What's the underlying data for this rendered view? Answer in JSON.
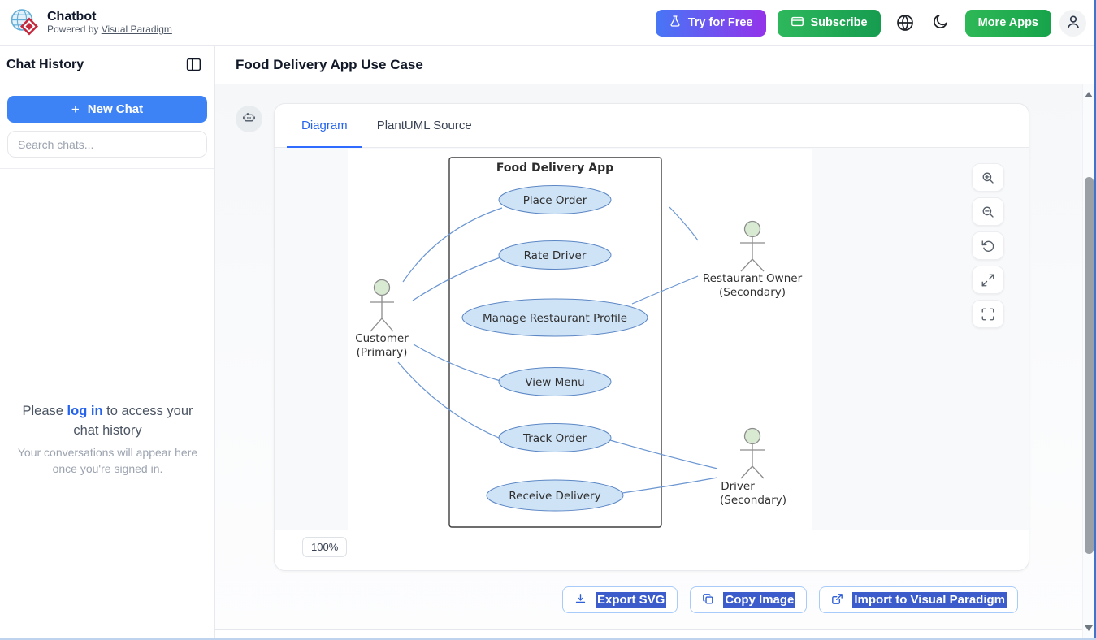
{
  "header": {
    "app_title": "Chatbot",
    "powered_by": "Powered by ",
    "powered_by_link": "Visual Paradigm",
    "try_free": "Try for Free",
    "subscribe": "Subscribe",
    "more_apps": "More Apps"
  },
  "sidebar": {
    "title": "Chat History",
    "new_chat_plus": "+",
    "new_chat": "New Chat",
    "search_placeholder": "Search chats...",
    "login_before": "Please ",
    "login_link": "log in",
    "login_after": " to access your chat history",
    "login_note": "Your conversations will appear here once you're signed in."
  },
  "main": {
    "title": "Food Delivery App Use Case",
    "tab_diagram": "Diagram",
    "tab_source": "PlantUML Source",
    "zoom_level": "100%",
    "export_svg": "Export SVG",
    "copy_image": "Copy Image",
    "import_vp": "Import to Visual Paradigm"
  },
  "diagram": {
    "system_title": "Food Delivery App",
    "use_cases": [
      {
        "label": "Place Order"
      },
      {
        "label": "Rate Driver"
      },
      {
        "label": "Manage Restaurant Profile"
      },
      {
        "label": "View Menu"
      },
      {
        "label": "Track Order"
      },
      {
        "label": "Receive Delivery"
      }
    ],
    "actors": [
      {
        "name": "Customer",
        "role": "(Primary)"
      },
      {
        "name": "Restaurant Owner",
        "role": "(Secondary)"
      },
      {
        "name": "Driver",
        "role": "(Secondary)"
      }
    ]
  },
  "icons": {
    "logo": "visual-paradigm-globe-diamond",
    "try_free": "flask-icon",
    "subscribe": "credit-card-icon",
    "language": "globe-icon",
    "theme": "moon-icon",
    "account": "person-icon",
    "sidebar_toggle": "panel-icon",
    "bot": "robot-icon",
    "zoom_tools": [
      "zoom-in-icon",
      "zoom-out-icon",
      "reset-view-icon",
      "expand-icon",
      "fullscreen-icon"
    ],
    "export": "download-icon",
    "copy": "copy-icon",
    "import": "external-link-icon"
  },
  "colors": {
    "accent_blue": "#3d83f6",
    "tab_active_blue": "#2563eb",
    "link_blue": "#2563eb",
    "try_gradient": [
      "#4776f6",
      "#9333ea"
    ],
    "green_gradient": [
      "#2eb85c",
      "#169c4f"
    ],
    "selection_highlight": "#3c5ccc",
    "usecase_fill": "#cfe3f7",
    "usecase_stroke": "#5c87c5",
    "actor_head_fill": "#d9ead3",
    "actor_line": "#8c8c8c",
    "edge_blue": "#6b96d2",
    "scroll_thumb": "#9aa0a6"
  }
}
